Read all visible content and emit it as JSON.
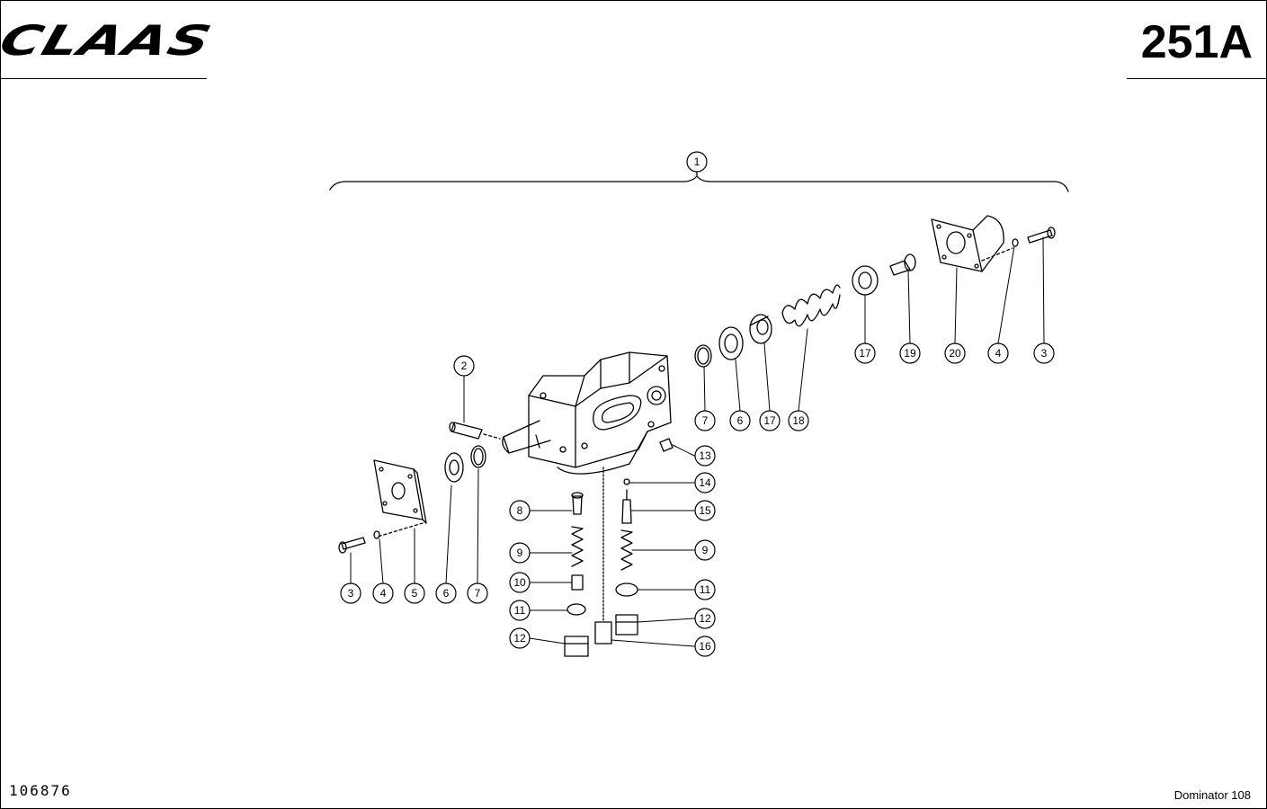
{
  "header": {
    "brand": "CLAAS",
    "page_code": "251A"
  },
  "footer": {
    "document_number": "106876",
    "model": "Dominator 108"
  },
  "callouts": [
    "1",
    "2",
    "3",
    "4",
    "5",
    "6",
    "7",
    "8",
    "9",
    "10",
    "11",
    "12",
    "13",
    "14",
    "15",
    "16",
    "17",
    "18",
    "19",
    "20"
  ]
}
